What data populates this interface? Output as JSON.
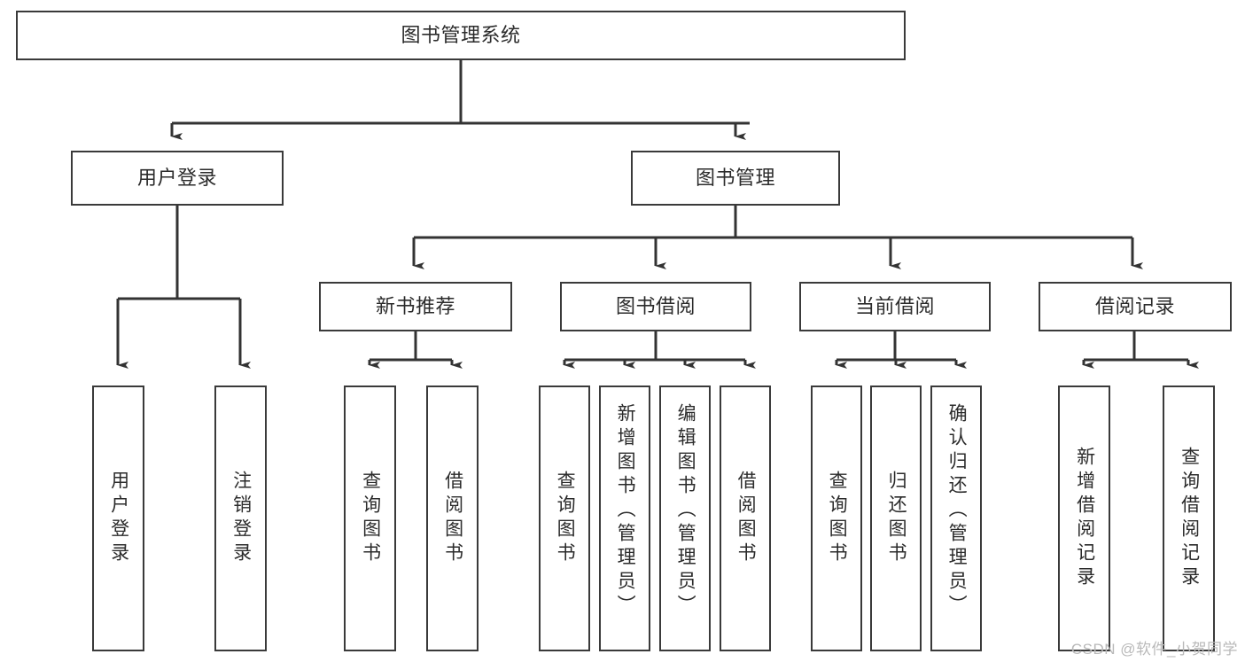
{
  "diagram": {
    "title": "图书管理系统",
    "type": "hierarchy-tree",
    "colors": {
      "box_border": "#3a3a3a",
      "box_fill": "#ffffff",
      "edge": "#333333",
      "text": "#2b2b2b",
      "watermark": "#b9b9b9"
    },
    "levels": {
      "root": {
        "label": "图书管理系统"
      },
      "level2": [
        {
          "label": "用户登录"
        },
        {
          "label": "图书管理"
        }
      ],
      "level3": [
        {
          "label": "新书推荐"
        },
        {
          "label": "图书借阅"
        },
        {
          "label": "当前借阅"
        },
        {
          "label": "借阅记录"
        }
      ],
      "leaves": [
        {
          "label": "用户登录",
          "parent": "用户登录"
        },
        {
          "label": "注销登录",
          "parent": "用户登录"
        },
        {
          "label": "查询图书",
          "parent": "新书推荐"
        },
        {
          "label": "借阅图书",
          "parent": "新书推荐"
        },
        {
          "label": "查询图书",
          "parent": "图书借阅"
        },
        {
          "label": "新增图书（管理员）",
          "parent": "图书借阅"
        },
        {
          "label": "编辑图书（管理员）",
          "parent": "图书借阅"
        },
        {
          "label": "借阅图书",
          "parent": "图书借阅"
        },
        {
          "label": "查询图书",
          "parent": "当前借阅"
        },
        {
          "label": "归还图书",
          "parent": "当前借阅"
        },
        {
          "label": "确认归还（管理员）",
          "parent": "当前借阅"
        },
        {
          "label": "新增借阅记录",
          "parent": "借阅记录"
        },
        {
          "label": "查询借阅记录",
          "parent": "借阅记录"
        }
      ]
    },
    "watermark": "CSDN @软件_小贺同学"
  }
}
